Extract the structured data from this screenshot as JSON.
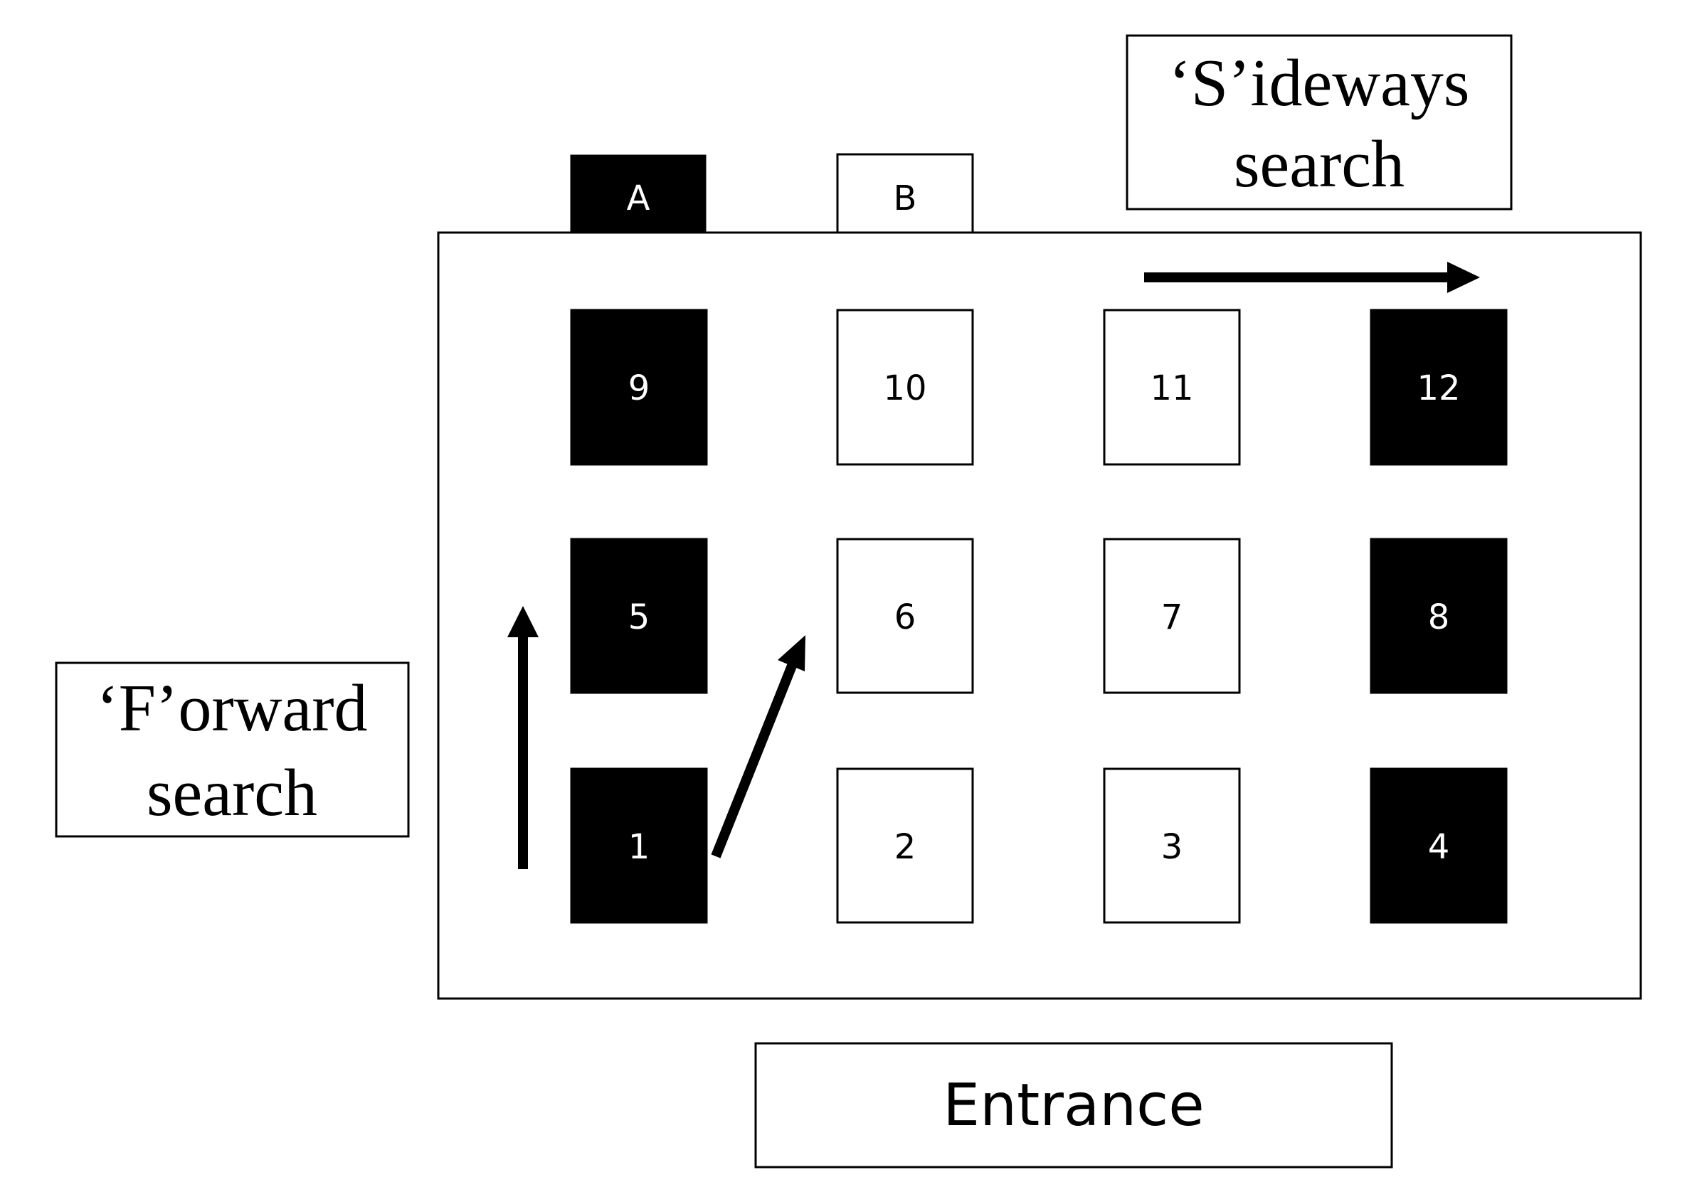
{
  "colors": {
    "filled": "#000000",
    "empty": "#ffffff",
    "stroke": "#000000",
    "label_on_filled": "#ffffff",
    "label_on_empty": "#000000"
  },
  "tabs": [
    {
      "id": "A",
      "label": "A",
      "filled": true
    },
    {
      "id": "B",
      "label": "B",
      "filled": false
    }
  ],
  "cells": [
    {
      "id": "c9",
      "label": "9",
      "filled": true
    },
    {
      "id": "c10",
      "label": "10",
      "filled": false
    },
    {
      "id": "c11",
      "label": "11",
      "filled": false
    },
    {
      "id": "c12",
      "label": "12",
      "filled": true
    },
    {
      "id": "c5",
      "label": "5",
      "filled": true
    },
    {
      "id": "c6",
      "label": "6",
      "filled": false
    },
    {
      "id": "c7",
      "label": "7",
      "filled": false
    },
    {
      "id": "c8",
      "label": "8",
      "filled": true
    },
    {
      "id": "c1",
      "label": "1",
      "filled": true
    },
    {
      "id": "c2",
      "label": "2",
      "filled": false
    },
    {
      "id": "c3",
      "label": "3",
      "filled": false
    },
    {
      "id": "c4",
      "label": "4",
      "filled": true
    }
  ],
  "sideways_box": {
    "line1": "‘S’ideways",
    "line2": "search"
  },
  "forward_box": {
    "line1": "‘F’orward",
    "line2": "search"
  },
  "entrance": {
    "label": "Entrance"
  }
}
